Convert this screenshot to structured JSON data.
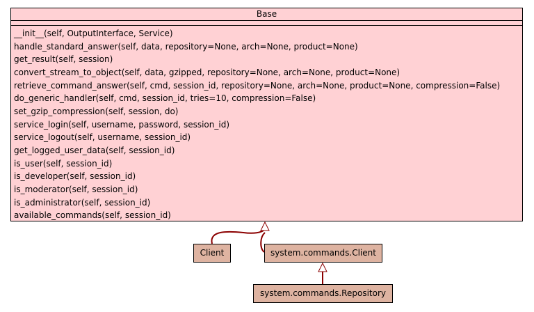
{
  "base_class": {
    "name": "Base",
    "methods": [
      "__init__(self, OutputInterface, Service)",
      "handle_standard_answer(self, data, repository=None, arch=None, product=None)",
      "get_result(self, session)",
      "convert_stream_to_object(self, data, gzipped, repository=None, arch=None, product=None)",
      "retrieve_command_answer(self, cmd, session_id, repository=None, arch=None, product=None, compression=False)",
      "do_generic_handler(self, cmd, session_id, tries=10, compression=False)",
      "set_gzip_compression(self, session, do)",
      "service_login(self, username, password, session_id)",
      "service_logout(self, username, session_id)",
      "get_logged_user_data(self, session_id)",
      "is_user(self, session_id)",
      "is_developer(self, session_id)",
      "is_moderator(self, session_id)",
      "is_administrator(self, session_id)",
      "available_commands(self, session_id)"
    ]
  },
  "subclasses": {
    "client": "Client",
    "system_client": "system.commands.Client",
    "system_repository": "system.commands.Repository"
  },
  "colors": {
    "base_fill": "#ffd1d4",
    "node_fill": "#deb3a1",
    "edge": "#8b0000"
  }
}
